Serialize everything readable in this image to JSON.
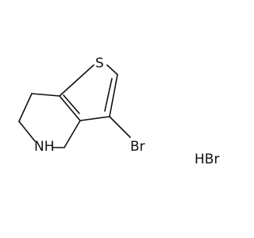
{
  "structure": {
    "atoms": {
      "sulfur": "S",
      "bromine": "Br",
      "nitrogen": "NH"
    },
    "counterion": "HBr"
  }
}
